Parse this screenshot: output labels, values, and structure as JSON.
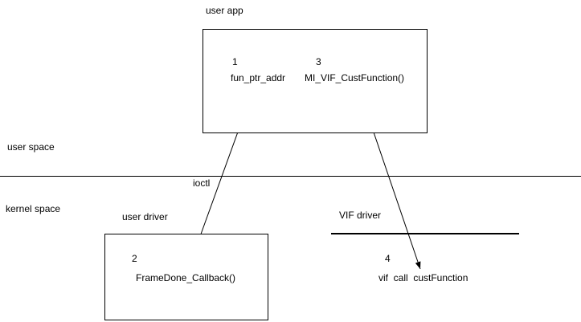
{
  "diagram": {
    "labels": {
      "user_app": "user app",
      "user_space": "user space",
      "kernel_space": "kernel space",
      "ioctl": "ioctl",
      "user_driver": "user driver",
      "vif_driver": "VIF driver"
    },
    "steps": [
      {
        "number": "1",
        "label": "fun_ptr_addr",
        "box": "user app"
      },
      {
        "number": "2",
        "label": "FrameDone_Callback()",
        "box": "user driver"
      },
      {
        "number": "3",
        "label": "MI_VIF_CustFunction()",
        "box": "user app"
      },
      {
        "number": "4",
        "label": "vif  call  custFunction",
        "box": "VIF driver"
      }
    ],
    "edges": [
      {
        "from": "fun_ptr_addr",
        "to": "FrameDone_Callback()",
        "arrows": "both",
        "crosses": "ioctl"
      },
      {
        "from": "MI_VIF_CustFunction()",
        "to": "vif  call  custFunction",
        "arrows": "end"
      }
    ],
    "colors": {
      "stroke": "#000000",
      "text": "#000000",
      "background": "#ffffff"
    }
  }
}
